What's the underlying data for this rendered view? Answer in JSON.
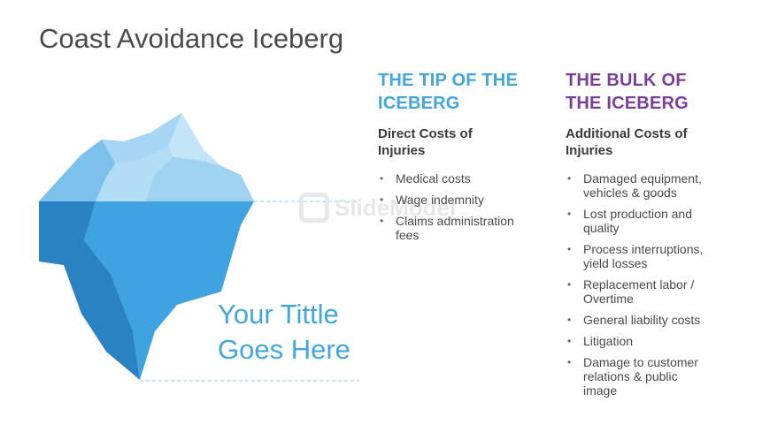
{
  "slide": {
    "title": "Coast Avoidance Iceberg",
    "watermark": "SlideModel",
    "iceberg_label": {
      "line1": "Your Tittle",
      "line2": "Goes Here"
    }
  },
  "tip": {
    "heading_line1": "THE TIP OF THE",
    "heading_line2": "ICEBERG",
    "subheading_line1": "Direct Costs of",
    "subheading_line2": "Injuries",
    "items": [
      {
        "line1": "Medical costs",
        "line2": ""
      },
      {
        "line1": "Wage indemnity",
        "line2": ""
      },
      {
        "line1": "Claims administration",
        "line2": "fees"
      }
    ]
  },
  "bulk": {
    "heading_line1": "THE BULK OF",
    "heading_line2": "THE ICEBERG",
    "subheading_line1": "Additional Costs of",
    "subheading_line2": "Injuries",
    "items": [
      {
        "line1": "Damaged equipment,",
        "line2": "vehicles & goods",
        "line3": ""
      },
      {
        "line1": "Lost production and",
        "line2": "quality",
        "line3": ""
      },
      {
        "line1": "Process interruptions,",
        "line2": "yield losses",
        "line3": ""
      },
      {
        "line1": "Replacement labor /",
        "line2": "Overtime",
        "line3": ""
      },
      {
        "line1": "General liability costs",
        "line2": "",
        "line3": ""
      },
      {
        "line1": "Litigation",
        "line2": "",
        "line3": ""
      },
      {
        "line1": "Damage to customer",
        "line2": "relations & public",
        "line3": "image"
      }
    ]
  },
  "colors": {
    "tip_heading": "#42a6dc",
    "bulk_heading": "#7b3f9a",
    "ice_light": "#b3dcf5",
    "ice_mid": "#8ccaee",
    "underwater_light": "#3ea3e0",
    "underwater_dark": "#2a82c2"
  },
  "bullet_symbol": "•"
}
